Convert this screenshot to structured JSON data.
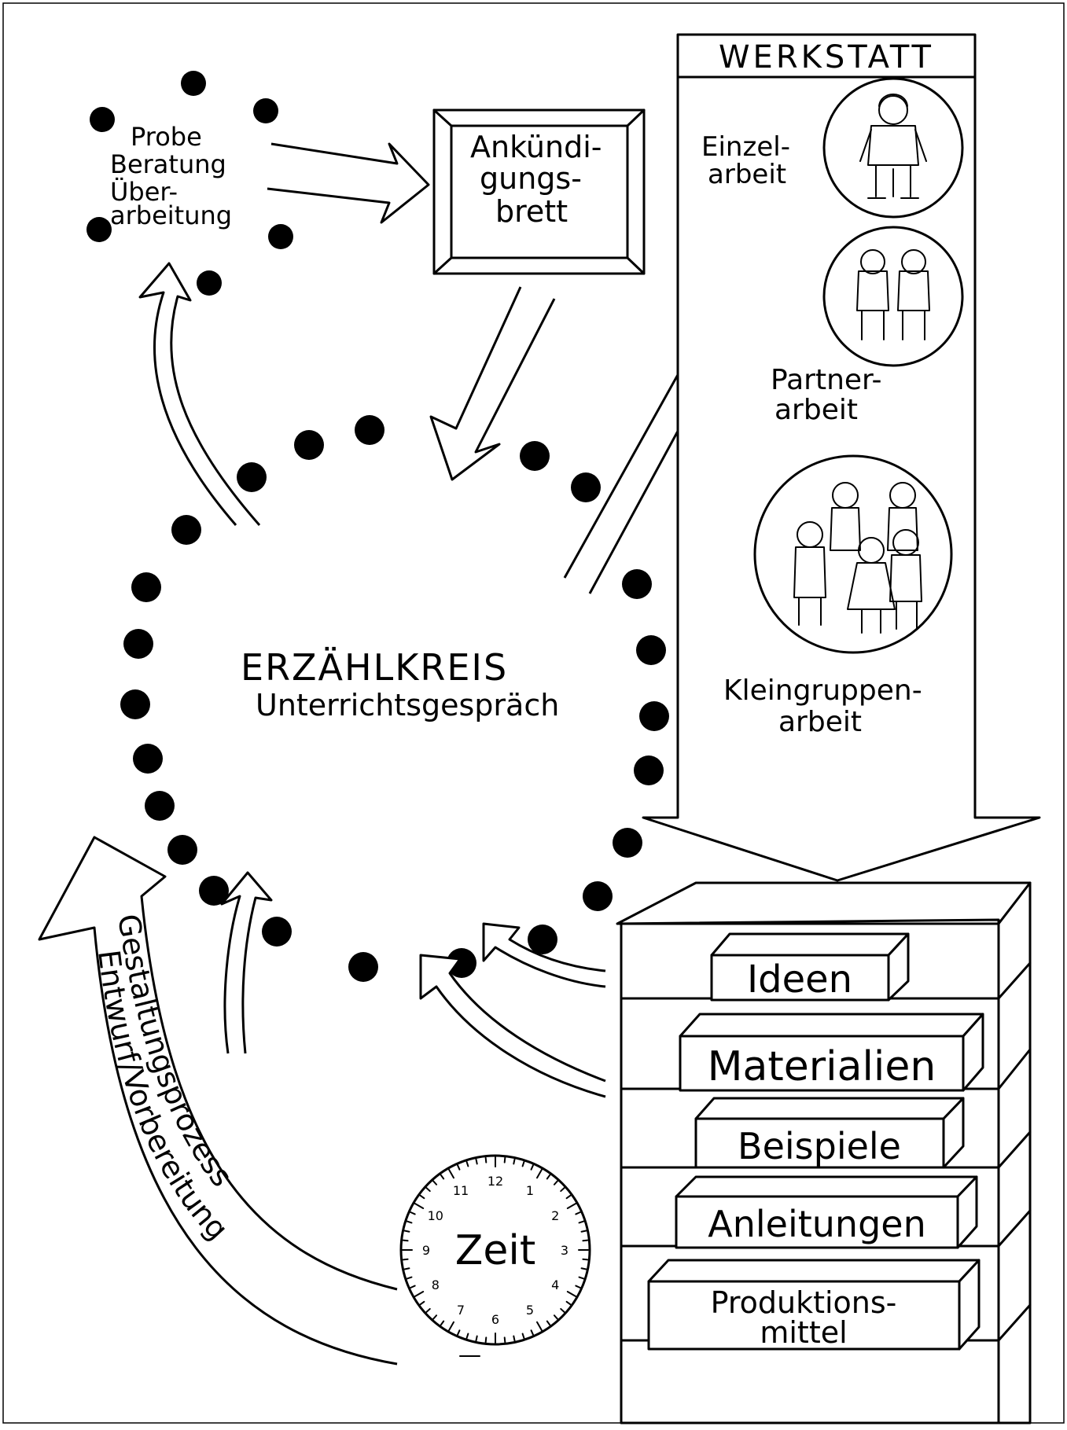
{
  "probe": {
    "line1": "Probe",
    "line2": "Beratung",
    "line3": "Über-",
    "line4": "arbeitung"
  },
  "board": {
    "line1": "Ankündi-",
    "line2": "gungs-",
    "line3": "brett"
  },
  "werkstatt": {
    "title": "WERKSTATT",
    "einzel_1": "Einzel-",
    "einzel_2": "arbeit",
    "partner_1": "Partner-",
    "partner_2": "arbeit",
    "klein_1": "Kleingruppen-",
    "klein_2": "arbeit"
  },
  "circle": {
    "title": "ERZÄHLKREIS",
    "subtitle": "Unterrichtsgespräch"
  },
  "process": {
    "line1": "Gestaltungsprozess",
    "line2": "Entwurf/Vorbereitung"
  },
  "clock": {
    "label": "Zeit",
    "numerals": [
      "12",
      "1",
      "2",
      "3",
      "4",
      "5",
      "6",
      "7",
      "8",
      "9",
      "10",
      "11"
    ]
  },
  "shelf": {
    "items": [
      "Ideen",
      "Materialien",
      "Beispiele",
      "Anleitungen"
    ],
    "last_1": "Produktions-",
    "last_2": "mittel"
  }
}
